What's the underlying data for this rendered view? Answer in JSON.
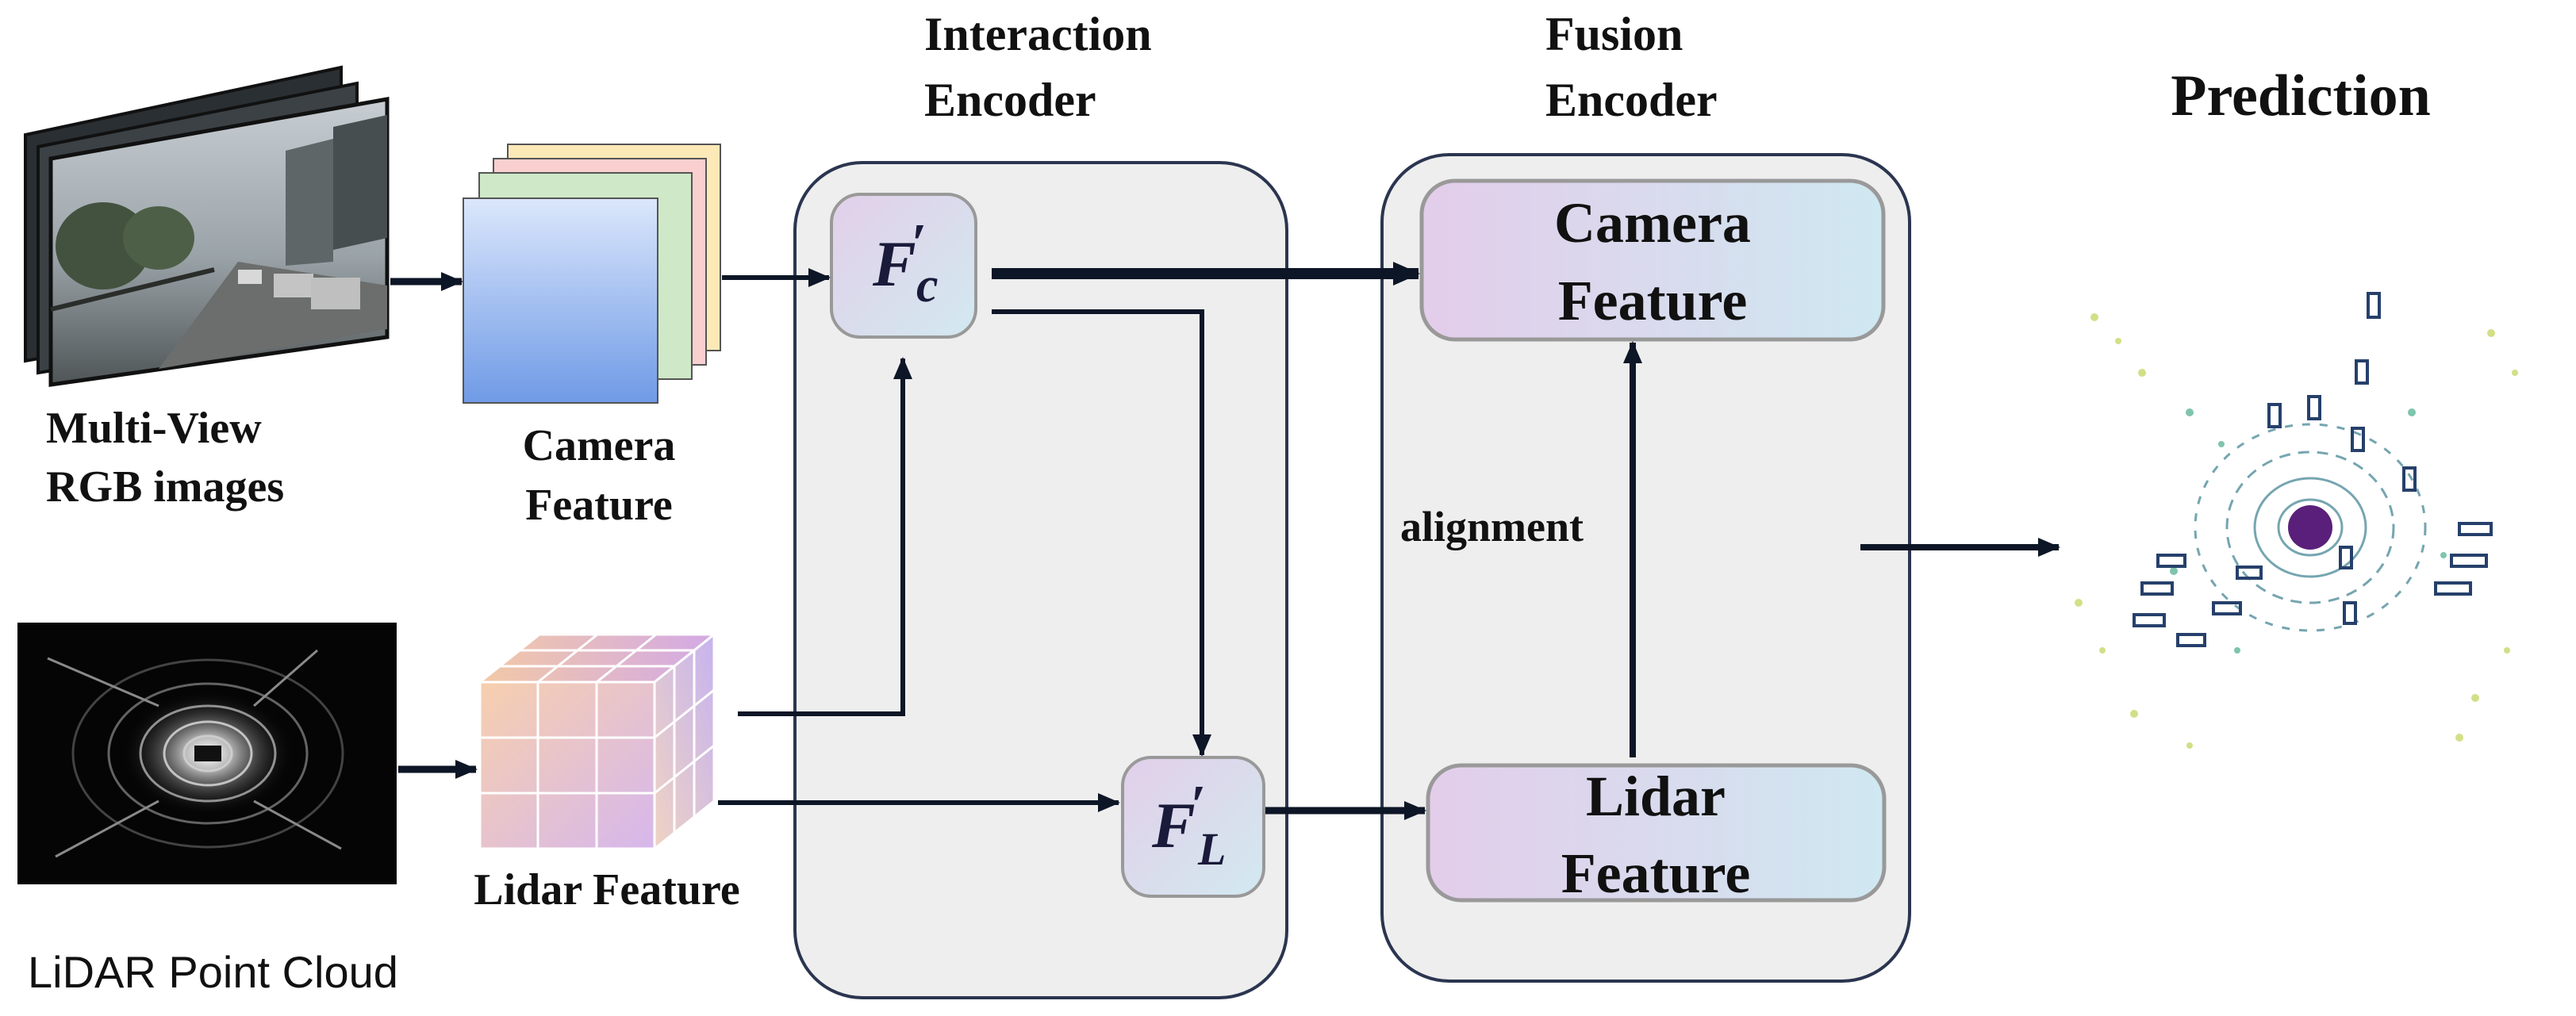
{
  "labels": {
    "multiview_line1": "Multi-View",
    "multiview_line2": "RGB images",
    "camera_feature_line1": "Camera",
    "camera_feature_line2": "Feature",
    "lidar_feature": "Lidar Feature",
    "lidar_point_cloud": "LiDAR Point Cloud",
    "interaction_line1": "Interaction",
    "interaction_line2": "Encoder",
    "fusion_line1": "Fusion",
    "fusion_line2": "Encoder",
    "prediction": "Prediction",
    "alignment": "alignment"
  },
  "nodes": {
    "fc": {
      "symbol": "F",
      "prime": "′",
      "subscript": "c"
    },
    "fl": {
      "symbol": "F",
      "prime": "′",
      "subscript": "L"
    },
    "fusion_camera": {
      "line1": "Camera",
      "line2": "Feature"
    },
    "fusion_lidar": {
      "line1": "Lidar",
      "line2": "Feature"
    }
  },
  "colors": {
    "encoder_bg": "#eeeeee",
    "encoder_border": "#2b3550",
    "arrow": "#0d1626",
    "camera_stack": [
      "#fde9b8",
      "#f9cfcf",
      "#cfe8c8",
      "#bcd3f7"
    ],
    "cube_tints": [
      "#f6d3b0",
      "#c9b3ee",
      "#e7c8e8"
    ]
  }
}
